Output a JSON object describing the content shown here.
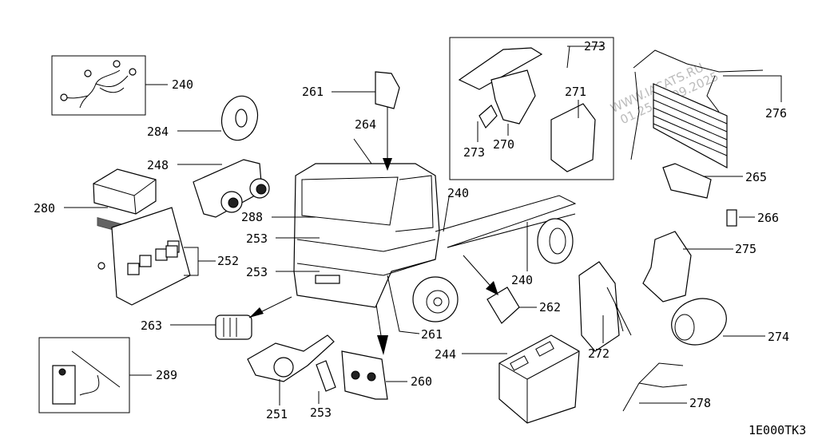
{
  "diagram": {
    "code": "1E000TK3",
    "watermark": {
      "line1": "WWW.IACATS.RU",
      "line2": "01.25 04.09.2025"
    },
    "labels": {
      "l240a": "240",
      "l284": "284",
      "l248": "248",
      "l280": "280",
      "l252": "252",
      "l263": "263",
      "l289": "289",
      "l251": "251",
      "l253a": "253",
      "l253b": "253",
      "l253c": "253",
      "l288": "288",
      "l261a": "261",
      "l261b": "261",
      "l264": "264",
      "l240b": "240",
      "l240c": "240",
      "l260": "260",
      "l244": "244",
      "l262": "262",
      "l272": "272",
      "l273a": "273",
      "l273b": "273",
      "l270": "270",
      "l271": "271",
      "l276": "276",
      "l265": "265",
      "l266": "266",
      "l275": "275",
      "l274": "274",
      "l278": "278"
    }
  }
}
